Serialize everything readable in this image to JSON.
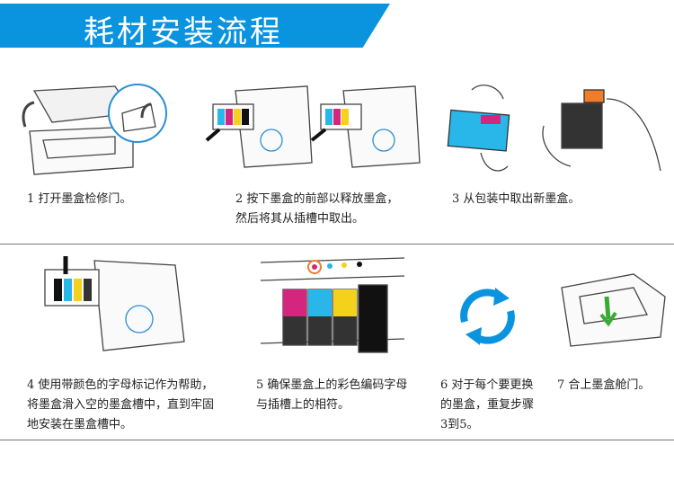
{
  "header": {
    "title": "耗材安装流程",
    "color": "#0a93de"
  },
  "steps": [
    {
      "lines": [
        "1 打开墨盒检修门。"
      ]
    },
    {
      "lines": [
        "2 按下墨盒的前部以释放墨盒，",
        "然后将其从插槽中取出。"
      ]
    },
    {
      "lines": [
        "3 从包装中取出新墨盒。"
      ]
    },
    {
      "lines": [
        "4 使用带颜色的字母标记作为帮助，",
        "将墨盒滑入空的墨盒槽中，直到牢固",
        "地安装在墨盒槽中。"
      ]
    },
    {
      "lines": [
        "5 确保墨盒上的彩色编码字母",
        "与插槽上的相符。"
      ]
    },
    {
      "lines": [
        "6 对于每个要更换",
        "的墨盒，重复步骤",
        "3到5。"
      ]
    },
    {
      "lines": [
        "7 合上墨盒舱门。"
      ]
    }
  ]
}
